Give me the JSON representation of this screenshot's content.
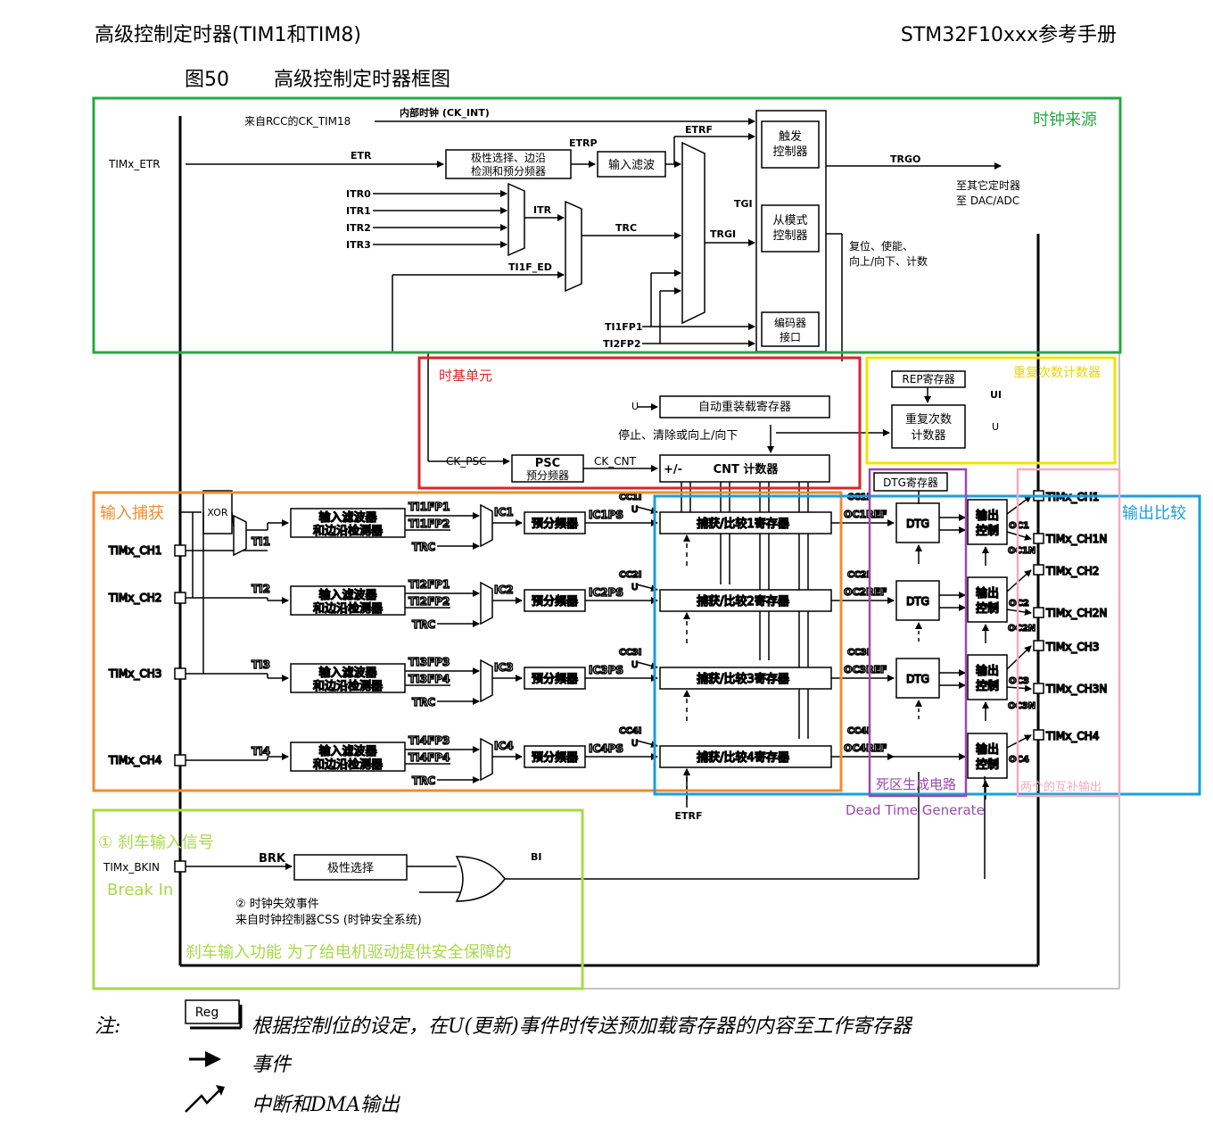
{
  "header": {
    "left_title": "高级控制定时器(TIM1和TIM8)",
    "right_title": "STM32F10xxx参考手册"
  },
  "figure": {
    "number": "图50",
    "caption": "高级控制定时器框图"
  },
  "regions": {
    "clock_source": "时钟来源",
    "time_base": "时基单元",
    "repetition": "重复次数计数器",
    "input_capture": "输入捕获",
    "output_compare": "输出比较",
    "dead_time": "死区生成电路",
    "dead_time_en": "Dead Time Generate",
    "complementary": "两个的互补输出",
    "brake": "① 刹车输入信号",
    "break_in": "Break In",
    "brake_note": "刹车输入功能 为了给电机驱动提供安全保障的"
  },
  "clock": {
    "ck_tim18": "来自RCC的CK_TIM18",
    "ck_int": "内部时钟 (CK_INT)",
    "pin_etr": "TIMx_ETR",
    "etr": "ETR",
    "etrp": "ETRP",
    "etrf": "ETRF",
    "polarity_l1": "极性选择、边沿",
    "polarity_l2": "检测和预分频器",
    "input_filter": "输入滤波",
    "itr": [
      "ITR0",
      "ITR1",
      "ITR2",
      "ITR3"
    ],
    "itr_out": "ITR",
    "trc": "TRC",
    "ti1f_ed": "TI1F_ED",
    "ti1fp1": "TI1FP1",
    "ti2fp2": "TI2FP2",
    "tgi": "TGI",
    "trgi": "TRGI",
    "trgo": "TRGO",
    "trigger_l1": "触发",
    "trigger_l2": "控制器",
    "slave_l1": "从模式",
    "slave_l2": "控制器",
    "encoder_l1": "编码器",
    "encoder_l2": "接口",
    "to_other_l1": "至其它定时器",
    "to_other_l2": "至 DAC/ADC",
    "reset_l1": "复位、使能、",
    "reset_l2": "向上/向下、计数"
  },
  "timebase": {
    "u": "U",
    "arr": "自动重装载寄存器",
    "stop": "停止、清除或向上/向下",
    "ck_psc": "CK_PSC",
    "psc_l1": "PSC",
    "psc_l2": "预分频器",
    "ck_cnt": "CK_CNT",
    "cnt_pm": "+/-",
    "cnt": "CNT 计数器",
    "rep_reg": "REP寄存器",
    "rep_l1": "重复次数",
    "rep_l2": "计数器",
    "ui": "UI"
  },
  "channels": [
    {
      "pin": "TIMx_CH1",
      "ti": "TI1",
      "fp_a": "TI1FP1",
      "fp_b": "TI1FP2",
      "ic": "IC1",
      "icps": "IC1PS",
      "cci": "CC1I",
      "ccr": "捕获/比较1寄存器",
      "cc": "CC1I",
      "ocref": "OC1REF",
      "oc": "OC1",
      "ocn": "OC1N",
      "out": "TIMx_CH1",
      "outn": "TIMx_CH1N"
    },
    {
      "pin": "TIMx_CH2",
      "ti": "TI2",
      "fp_a": "TI2FP1",
      "fp_b": "TI2FP2",
      "ic": "IC2",
      "icps": "IC2PS",
      "cci": "CC2I",
      "ccr": "捕获/比较2寄存器",
      "cc": "CC2I",
      "ocref": "OC2REF",
      "oc": "OC2",
      "ocn": "OC2N",
      "out": "TIMx_CH2",
      "outn": "TIMx_CH2N"
    },
    {
      "pin": "TIMx_CH3",
      "ti": "TI3",
      "fp_a": "TI3FP3",
      "fp_b": "TI3FP4",
      "ic": "IC3",
      "icps": "IC3PS",
      "cci": "CC3I",
      "ccr": "捕获/比较3寄存器",
      "cc": "CC3I",
      "ocref": "OC3REF",
      "oc": "OC3",
      "ocn": "OC3N",
      "out": "TIMx_CH3",
      "outn": "TIMx_CH3N"
    },
    {
      "pin": "TIMx_CH4",
      "ti": "TI4",
      "fp_a": "TI4FP3",
      "fp_b": "TI4FP4",
      "ic": "IC4",
      "icps": "IC4PS",
      "cci": "CC4I",
      "ccr": "捕获/比较4寄存器",
      "cc": "CC4I",
      "ocref": "OC4REF",
      "oc": "OC4",
      "out": "TIMx_CH4"
    }
  ],
  "capture": {
    "xor": "XOR",
    "filter_l1": "输入滤波器",
    "filter_l2": "和边沿检测器",
    "trc": "TRC",
    "prescaler": "预分频器",
    "u": "U",
    "dtg_reg": "DTG寄存器",
    "dtg": "DTG",
    "out_l1": "输出",
    "out_l2": "控制",
    "etrf": "ETRF"
  },
  "brake": {
    "pin": "TIMx_BKIN",
    "brk": "BRK",
    "polarity": "极性选择",
    "bi": "BI",
    "css_l1": "② 时钟失效事件",
    "css_l2": "来自时钟控制器CSS (时钟安全系统)"
  },
  "legend": {
    "reg": "Reg",
    "note": "注:",
    "reg_desc": "根据控制位的设定，在U(更新)事件时传送预加载寄存器的内容至工作寄存器",
    "event": "事件",
    "irq": "中断和DMA输出"
  },
  "colors": {
    "clock_source": "#27a844",
    "time_base": "#d8262c",
    "repetition": "#f0e400",
    "input_capture": "#f08c2e",
    "output_compare": "#1a9fdc",
    "dead_time": "#9b4aa8",
    "complementary": "#f4aac2",
    "brake": "#a8d84a"
  }
}
